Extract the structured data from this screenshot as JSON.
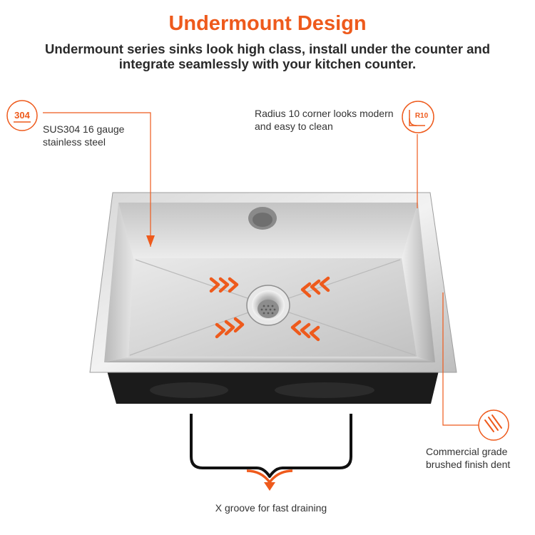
{
  "header": {
    "title": "Undermount Design",
    "subtitle": "Undermount series sinks look high class, install under the counter and integrate seamlessly with your kitchen counter."
  },
  "badges": {
    "material": "304",
    "radius": "R10"
  },
  "callouts": {
    "material_line1": "SUS304 16 gauge",
    "material_line2": "stainless steel",
    "corner_line1": "Radius 10 corner looks modern",
    "corner_line2": "and easy to clean",
    "finish_line1": "Commercial grade",
    "finish_line2": "brushed finish dent",
    "groove": "X groove for fast draining"
  },
  "colors": {
    "accent": "#ee5a1c",
    "title": "#ee5a1c",
    "text": "#333333",
    "steel_light": "#e4e4e4",
    "steel_dark": "#9c9c9c",
    "underside": "#1a1a1a"
  }
}
